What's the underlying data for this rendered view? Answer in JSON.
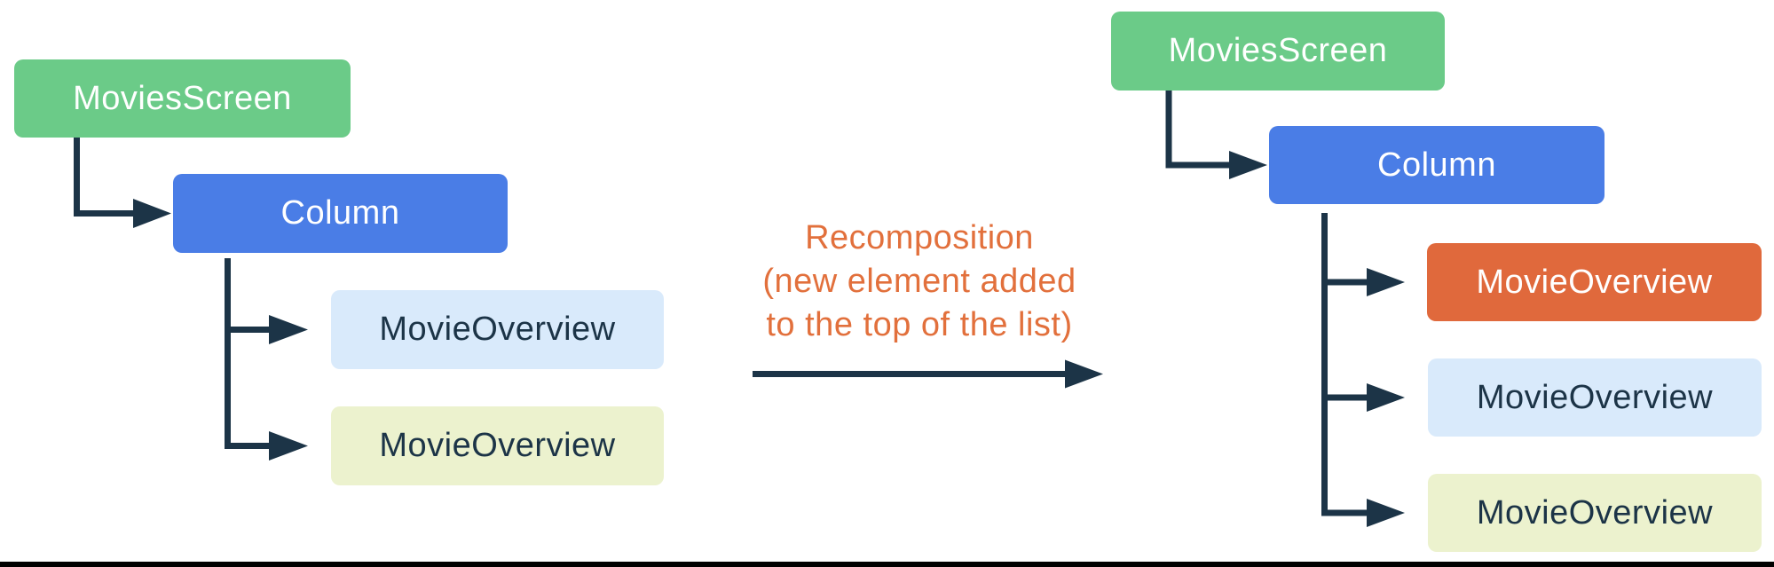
{
  "diagram": {
    "before_tree": {
      "root_label": "MoviesScreen",
      "column_label": "Column",
      "children": [
        {
          "label": "MovieOverview"
        },
        {
          "label": "MovieOverview"
        }
      ]
    },
    "transition": {
      "caption_line1": "Recomposition",
      "caption_line2": "(new element added",
      "caption_line3": "to the top of the list)"
    },
    "after_tree": {
      "root_label": "MoviesScreen",
      "column_label": "Column",
      "children": [
        {
          "label": "MovieOverview",
          "state": "new"
        },
        {
          "label": "MovieOverview",
          "state": "reused"
        },
        {
          "label": "MovieOverview",
          "state": "reused"
        }
      ]
    },
    "colors": {
      "root_green": "#6BCB88",
      "column_blue": "#4A7DE6",
      "child_light_blue": "#D9EAFB",
      "child_light_yellow": "#ECF2CE",
      "new_child_orange": "#E0693C",
      "connector_navy": "#1C3447",
      "caption_orange": "#E2703C"
    }
  }
}
